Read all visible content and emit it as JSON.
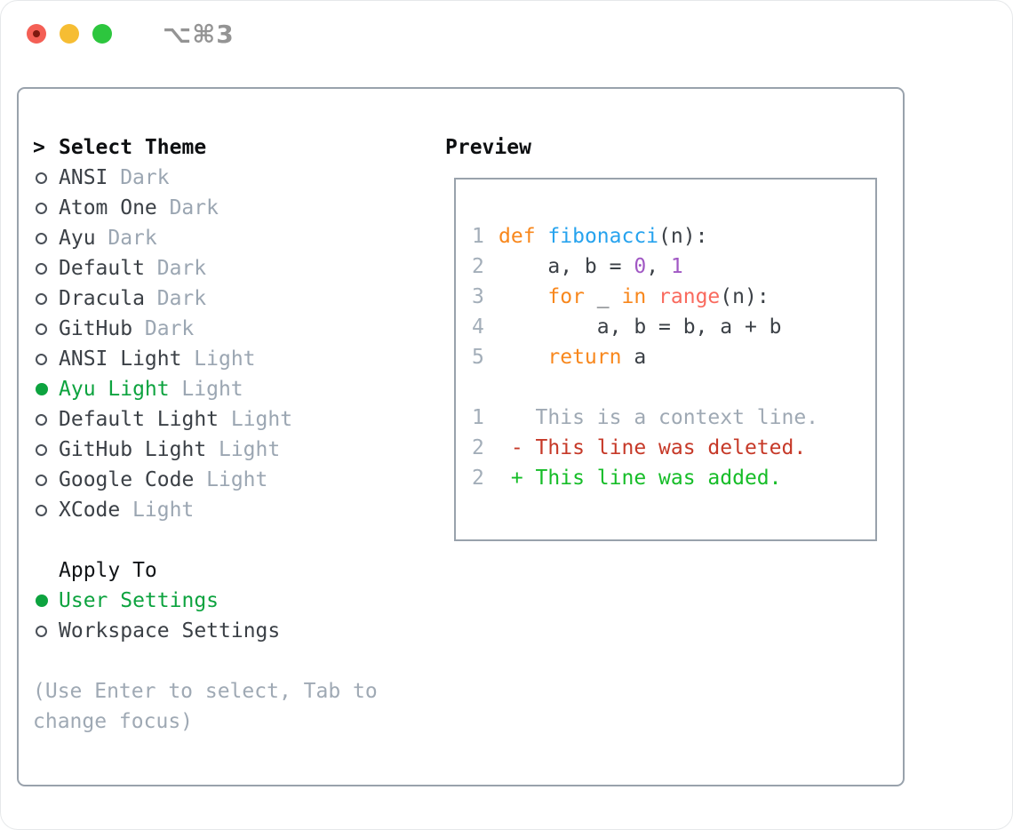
{
  "titlebar": {
    "title": "⌥⌘3",
    "buttons": [
      "close",
      "minimize",
      "zoom"
    ]
  },
  "colors": {
    "accent_green": "#0da33f",
    "border_gray": "#99a2ac",
    "muted_gray": "#9ba6b2",
    "text_dark": "#3b4046",
    "keyword_orange": "#f8871c",
    "function_blue": "#27a3ee",
    "builtin_salmon": "#f96a5e",
    "literal_purple": "#a158c4",
    "diff_deleted_red": "#c63928",
    "diff_added_green": "#16bd28",
    "traffic_red": "#f45f55",
    "traffic_yellow": "#f6bd33",
    "traffic_green": "#2dc63e"
  },
  "theme_list": {
    "prompt": ">",
    "header": "Select Theme",
    "items": [
      {
        "name": "ANSI",
        "variant": "Dark",
        "selected": false
      },
      {
        "name": "Atom One",
        "variant": "Dark",
        "selected": false
      },
      {
        "name": "Ayu",
        "variant": "Dark",
        "selected": false
      },
      {
        "name": "Default",
        "variant": "Dark",
        "selected": false
      },
      {
        "name": "Dracula",
        "variant": "Dark",
        "selected": false
      },
      {
        "name": "GitHub",
        "variant": "Dark",
        "selected": false
      },
      {
        "name": "ANSI Light",
        "variant": "Light",
        "selected": false
      },
      {
        "name": "Ayu Light",
        "variant": "Light",
        "selected": true
      },
      {
        "name": "Default Light",
        "variant": "Light",
        "selected": false
      },
      {
        "name": "GitHub Light",
        "variant": "Light",
        "selected": false
      },
      {
        "name": "Google Code",
        "variant": "Light",
        "selected": false
      },
      {
        "name": "XCode",
        "variant": "Light",
        "selected": false
      }
    ]
  },
  "apply_to": {
    "header": "Apply To",
    "options": [
      {
        "label": "User Settings",
        "selected": true
      },
      {
        "label": "Workspace Settings",
        "selected": false
      }
    ]
  },
  "help": {
    "lines": [
      "(Use Enter to select, Tab to",
      "change focus)"
    ]
  },
  "preview": {
    "header": "Preview",
    "lines": [
      {
        "num": "1",
        "tokens": [
          [
            "kw",
            "def"
          ],
          [
            "plain",
            " "
          ],
          [
            "fn",
            "fibonacci"
          ],
          [
            "plain",
            "(n):"
          ]
        ]
      },
      {
        "num": "2",
        "tokens": [
          [
            "plain",
            "    a, b = "
          ],
          [
            "lit",
            "0"
          ],
          [
            "plain",
            ", "
          ],
          [
            "lit",
            "1"
          ]
        ]
      },
      {
        "num": "3",
        "tokens": [
          [
            "plain",
            "    "
          ],
          [
            "kw",
            "for"
          ],
          [
            "plain",
            " _ "
          ],
          [
            "kw",
            "in"
          ],
          [
            "plain",
            " "
          ],
          [
            "builtin",
            "range"
          ],
          [
            "plain",
            "(n):"
          ]
        ]
      },
      {
        "num": "4",
        "tokens": [
          [
            "plain",
            "        a, b = b, a + b"
          ]
        ]
      },
      {
        "num": "5",
        "tokens": [
          [
            "plain",
            "    "
          ],
          [
            "kw",
            "return"
          ],
          [
            "plain",
            " a"
          ]
        ]
      },
      {
        "num": "",
        "tokens": []
      },
      {
        "num": "1",
        "tokens": [
          [
            "ctx",
            "   This is a context line."
          ]
        ]
      },
      {
        "num": "2",
        "tokens": [
          [
            "del",
            " - This line was deleted."
          ]
        ]
      },
      {
        "num": "2",
        "tokens": [
          [
            "add",
            " + This line was added."
          ]
        ]
      }
    ]
  }
}
